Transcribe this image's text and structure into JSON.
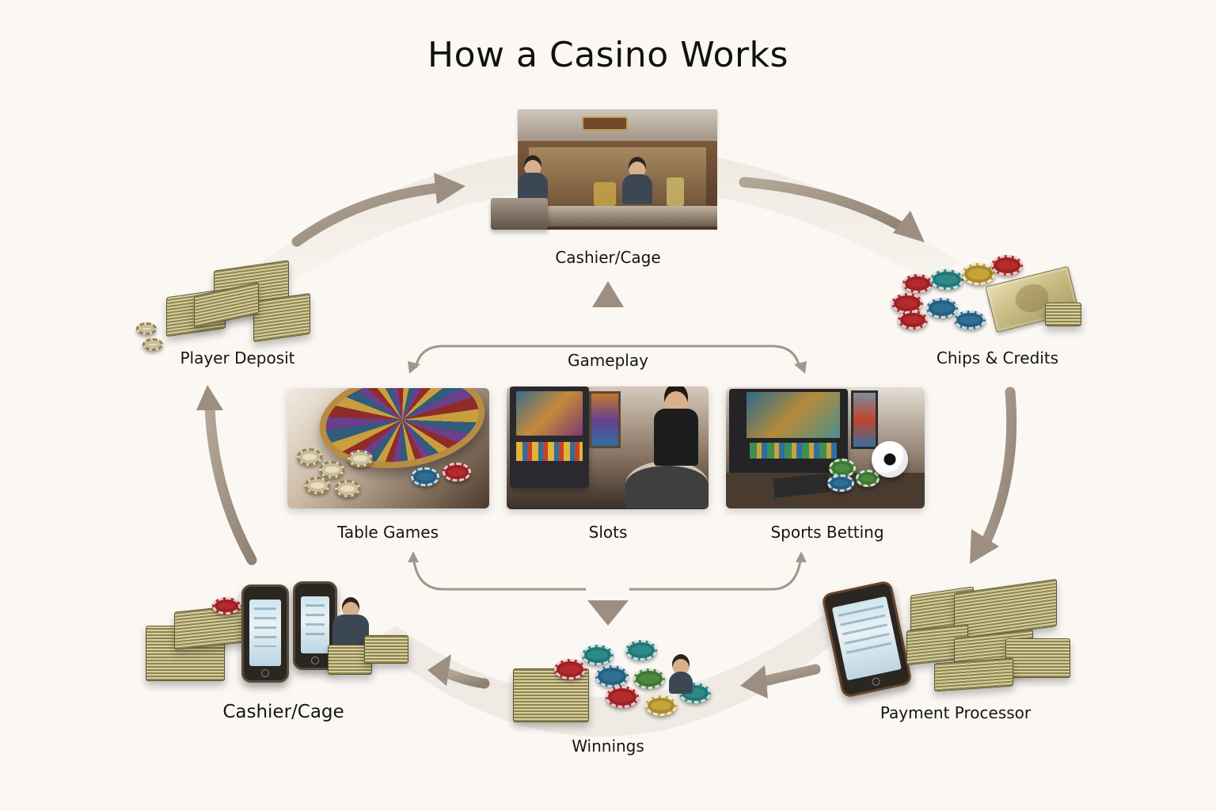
{
  "title": "How a Casino Works",
  "nodes": {
    "cashier_top": {
      "label": "Cashier/Cage",
      "icon": "cashier-cage-booth-icon"
    },
    "player_deposit": {
      "label": "Player Deposit",
      "icon": "cash-stacks-icon"
    },
    "chips_credits": {
      "label": "Chips & Credits",
      "icon": "casino-chips-icon"
    },
    "gameplay": {
      "label": "Gameplay"
    },
    "payment_processor": {
      "label": "Payment Processor",
      "icon": "phone-payment-icon"
    },
    "winnings": {
      "label": "Winnings",
      "icon": "winnings-chips-icon"
    },
    "cashier_bottom": {
      "label": "Cashier/Cage",
      "icon": "cash-and-phones-icon"
    }
  },
  "games": [
    {
      "label": "Table Games",
      "icon": "roulette-wheel-icon"
    },
    {
      "label": "Slots",
      "icon": "slot-machine-icon"
    },
    {
      "label": "Sports Betting",
      "icon": "sports-betting-icon"
    }
  ],
  "flow": [
    "Player Deposit -> Cashier/Cage",
    "Cashier/Cage -> Chips & Credits",
    "Chips & Credits -> Payment Processor",
    "Payment Processor -> Winnings",
    "Winnings -> Cashier/Cage",
    "Cashier/Cage -> Player Deposit",
    "Gameplay -> Cashier/Cage",
    "Gameplay -> Table Games / Sports Betting",
    "Table Games / Slots / Sports Betting -> Winnings"
  ],
  "colors": {
    "background": "#fbf8f4",
    "arrow": "#a89c8e",
    "ring": "#efe9e2",
    "text": "#141414"
  }
}
